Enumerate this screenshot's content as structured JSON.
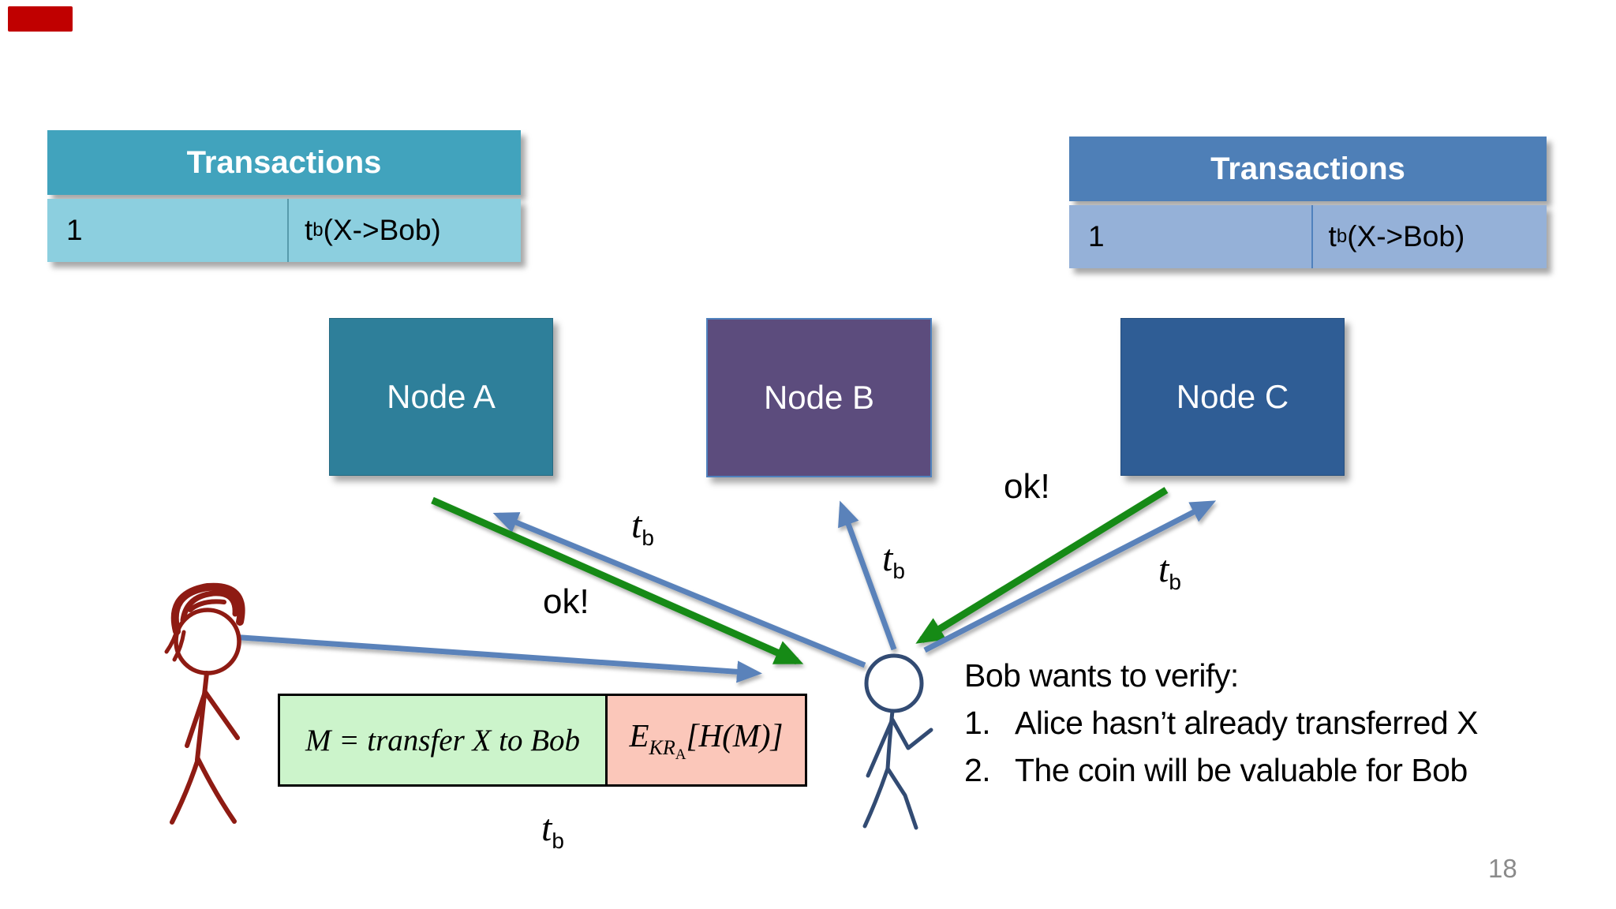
{
  "slide": {
    "page_number": "18",
    "background_color": "#ffffff"
  },
  "marker": {
    "color": "#c00000"
  },
  "tables": {
    "left": {
      "title": "Transactions",
      "header_color": "#41a3bd",
      "row_color": "#8ccfdf",
      "row": {
        "id": "1",
        "t": "t",
        "sub": "b",
        "rest": " (X->Bob)"
      }
    },
    "right": {
      "title": "Transactions",
      "header_color": "#4e7fb7",
      "row_color": "#95b1d8",
      "row": {
        "id": "1",
        "t": "t",
        "sub": "b",
        "rest": " (X->Bob)"
      }
    }
  },
  "nodes": {
    "a": {
      "label": "Node A",
      "color": "#2e7f9a"
    },
    "b": {
      "label": "Node B",
      "color": "#5c4c7d"
    },
    "c": {
      "label": "Node C",
      "color": "#2f5d95"
    }
  },
  "labels": {
    "ok_left": "ok!",
    "ok_right": "ok!",
    "tb_node_a": {
      "main": "t",
      "sub": "b"
    },
    "tb_node_b": {
      "main": "t",
      "sub": "b"
    },
    "tb_node_c": {
      "main": "t",
      "sub": "b"
    },
    "tb_message": {
      "main": "t",
      "sub": "b"
    }
  },
  "message": {
    "plaintext": "M = transfer X to Bob",
    "plain_color": "#ccf4cb",
    "sig_color": "#fbc7ba",
    "signature": {
      "e": "E",
      "kr": "KR",
      "a": "A",
      "open": "[H(",
      "m": "M",
      "close": ")]"
    }
  },
  "verify": {
    "title": "Bob wants to verify:",
    "items": [
      {
        "num": "1.",
        "text": "Alice hasn’t already transferred X"
      },
      {
        "num": "2.",
        "text": "The coin will be valuable for Bob"
      }
    ]
  },
  "arrows": {
    "blue": "#5a82ba",
    "green": "#188a18"
  },
  "figures": {
    "alice_color": "#8e1b13",
    "bob_color": "#324b73"
  }
}
